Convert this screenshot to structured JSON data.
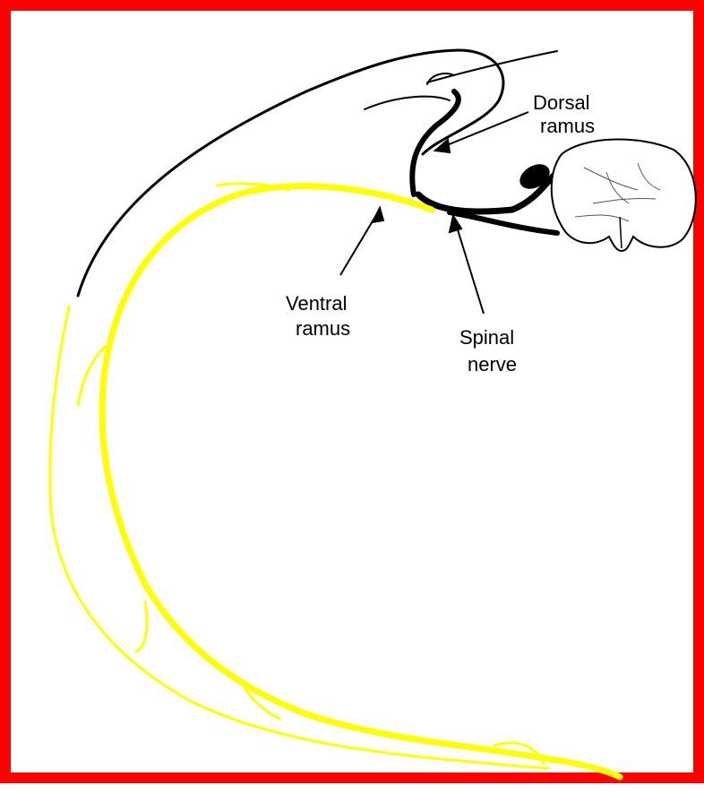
{
  "colors": {
    "border": "#ff0000",
    "ventral_nerve": "#ffff00",
    "dorsal_nerve": "#000000",
    "background": "#ffffff"
  },
  "labels": {
    "dorsal_ramus": [
      "Dorsal",
      "ramus"
    ],
    "ventral_ramus": [
      "Ventral",
      "ramus"
    ],
    "spinal_nerve": [
      "Spinal",
      "nerve"
    ]
  }
}
